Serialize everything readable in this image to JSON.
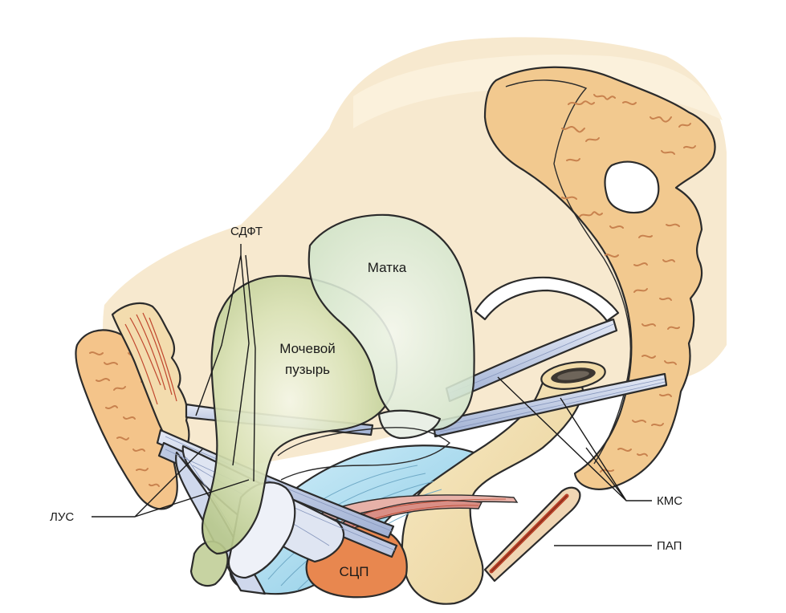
{
  "labels": {
    "uterus": "Матка",
    "bladder_line1": "Мочевой",
    "bladder_line2": "пузырь",
    "sdft": "СДФТ",
    "lus": "ЛУС",
    "kms": "КМС",
    "pap": "ПАП",
    "scp": "СЦП"
  },
  "colors": {
    "background_tissue": "#f7e9cf",
    "sacrum_fill": "#f2c98f",
    "sacrum_texture": "#c8824e",
    "pubis_fill": "#f4c48a",
    "coccyx_fill": "#f3dfae",
    "uterus_fill": "#d7e8d2",
    "bladder_fill": "#c9d7a4",
    "levator_fill": "#a9dcef",
    "ligament_fill": "#c9d4ea",
    "muscle_orange": "#e8874f",
    "muscle_red": "#b9432a",
    "outline": "#2b2b2b"
  }
}
